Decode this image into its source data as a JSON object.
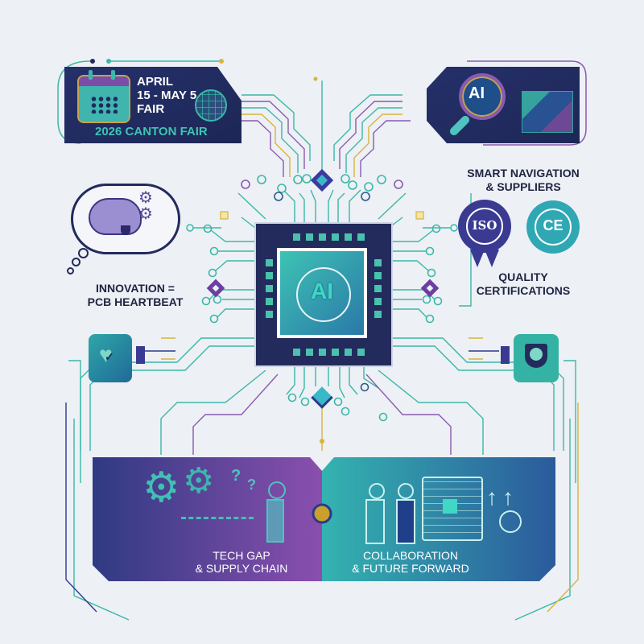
{
  "colors": {
    "background": "#edf0f5",
    "navy": "#232a5c",
    "teal": "#3bb8a8",
    "purple": "#7b4fa0",
    "gold": "#d8b43a",
    "text_dark": "#1f2440"
  },
  "event_card": {
    "date_line1": "APRIL",
    "date_line2": "15 - MAY 5",
    "date_line3": "FAIR",
    "title": "2026 CANTON FAIR",
    "icons": [
      "calendar-icon",
      "globe-icon"
    ]
  },
  "nav_card": {
    "badge": "AI",
    "label_line1": "SMART NAVIGATION",
    "label_line2": "& SUPPLIERS",
    "icons": [
      "magnifier-icon",
      "map-icon"
    ]
  },
  "innovation": {
    "label_line1": "INNOVATION =",
    "label_line2": "PCB HEARTBEAT",
    "icons": [
      "brain-icon",
      "gears-icon",
      "thought-bubble-icon"
    ]
  },
  "certifications": {
    "badges": [
      "ISO",
      "CE"
    ],
    "label_line1": "QUALITY",
    "label_line2": "CERTIFICATIONS"
  },
  "chip": {
    "label": "AI"
  },
  "side_icons": {
    "left": "heart-check-icon",
    "right": "shield-icon"
  },
  "bottom_left": {
    "label_line1": "TECH GAP",
    "label_line2": "& SUPPLY CHAIN",
    "question_marks": [
      "?",
      "?"
    ]
  },
  "bottom_right": {
    "label_line1": "COLLABORATION",
    "label_line2": "& FUTURE FORWARD"
  }
}
